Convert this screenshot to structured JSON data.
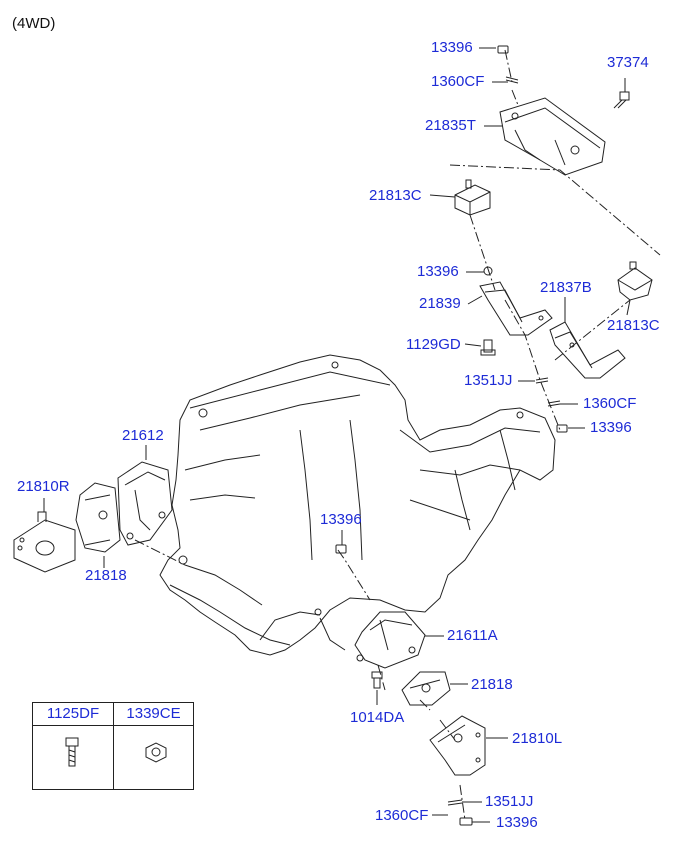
{
  "title": "(4WD)",
  "colors": {
    "label": "#1d2bd6",
    "line": "#222222"
  },
  "labels": {
    "l13396_a": "13396",
    "l1360cf_a": "1360CF",
    "l37374": "37374",
    "l21835t": "21835T",
    "l21813c_a": "21813C",
    "l13396_b": "13396",
    "l21839": "21839",
    "l21837b": "21837B",
    "l21813c_b": "21813C",
    "l1129gd": "1129GD",
    "l1351jj_a": "1351JJ",
    "l1360cf_b": "1360CF",
    "l13396_c": "13396",
    "l21612": "21612",
    "l21810r": "21810R",
    "l21818_a": "21818",
    "l13396_d": "13396",
    "l21611a": "21611A",
    "l21818_b": "21818",
    "l1014da": "1014DA",
    "l21810l": "21810L",
    "l1351jj_b": "1351JJ",
    "l1360cf_c": "1360CF",
    "l13396_e": "13396"
  },
  "legend": {
    "col1": "1125DF",
    "col2": "1339CE",
    "icon1": "bolt-icon",
    "icon2": "nut-icon"
  }
}
